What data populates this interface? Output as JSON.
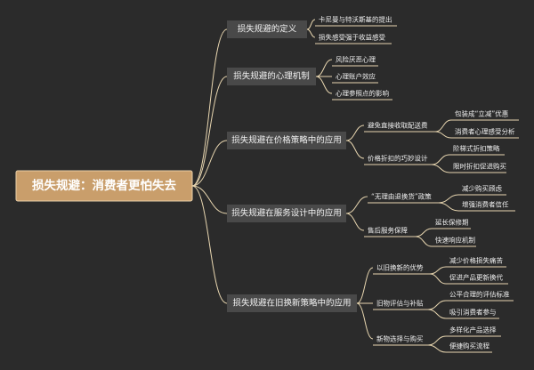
{
  "root": "损失规避：消费者更怕失去",
  "branches": [
    {
      "label": "损失规避的定义",
      "children": [
        {
          "label": "卡尼曼与特沃斯基的提出",
          "children": []
        },
        {
          "label": "损失感受强于收益感受",
          "children": []
        }
      ]
    },
    {
      "label": "损失规避的心理机制",
      "children": [
        {
          "label": "风险厌恶心理",
          "children": []
        },
        {
          "label": "心理账户效应",
          "children": []
        },
        {
          "label": "心理参照点的影响",
          "children": []
        }
      ]
    },
    {
      "label": "损失规避在价格策略中的应用",
      "children": [
        {
          "label": "避免直接收取配送费",
          "children": [
            "包装成“立减”优惠",
            "消费者心理感受分析"
          ]
        },
        {
          "label": "价格折扣的巧妙设计",
          "children": [
            "阶梯式折扣策略",
            "限时折扣促进购买"
          ]
        }
      ]
    },
    {
      "label": "损失规避在服务设计中的应用",
      "children": [
        {
          "label": "“无理由退换货”政策",
          "children": [
            "减少购买顾虑",
            "增强消费者信任"
          ]
        },
        {
          "label": "售后服务保障",
          "children": [
            "延长保修期",
            "快速响应机制"
          ]
        }
      ]
    },
    {
      "label": "损失规避在旧换新策略中的应用",
      "children": [
        {
          "label": "以旧换新的优势",
          "children": [
            "减少价格损失痛苦",
            "促进产品更新换代"
          ]
        },
        {
          "label": "旧物评估与补贴",
          "children": [
            "公平合理的评估标准",
            "吸引消费者参与"
          ]
        },
        {
          "label": "新物选择与购买",
          "children": [
            "多样化产品选择",
            "便捷购买流程"
          ]
        }
      ]
    }
  ]
}
